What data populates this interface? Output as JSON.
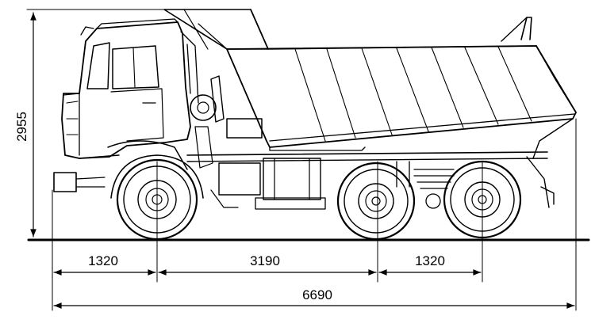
{
  "dimensions": {
    "overall_height": "2955",
    "front_overhang": "1320",
    "wheelbase_front": "3190",
    "wheelbase_rear": "1320",
    "overall_length": "6690"
  },
  "colors": {
    "line": "#000000",
    "background": "#ffffff"
  }
}
